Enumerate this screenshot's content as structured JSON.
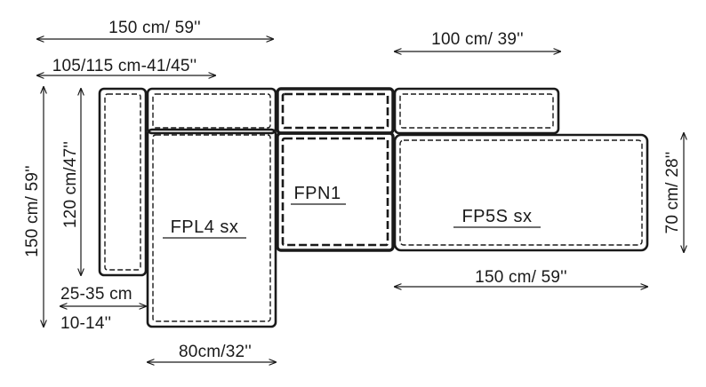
{
  "dimensions": {
    "top_width": "150 cm/ 59''",
    "top_right_width": "100 cm/ 39''",
    "armrest_span": "105/115 cm-41/45''",
    "left_height": "150 cm/ 59''",
    "inner_height": "120 cm/47''",
    "right_height": "70 cm/ 28''",
    "bottom_right_width": "150 cm/ 59''",
    "armrest_width_cm": "25-35 cm",
    "armrest_width_in": "10-14''",
    "bottom_width": "80cm/32''"
  },
  "modules": {
    "chaise": "FPL4 sx",
    "center": "FPN1",
    "end": "FP5S sx"
  }
}
